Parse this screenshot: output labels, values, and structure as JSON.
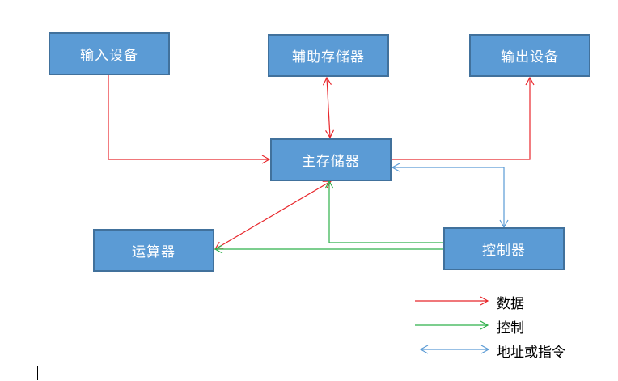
{
  "nodes": {
    "input": "输入设备",
    "aux_storage": "辅助存储器",
    "output": "输出设备",
    "main_memory": "主存储器",
    "alu": "运算器",
    "controller": "控制器"
  },
  "legend": [
    {
      "label": "数据",
      "color": "#e8262b",
      "style": "single-arrow"
    },
    {
      "label": "控制",
      "color": "#2eb04a",
      "style": "single-arrow"
    },
    {
      "label": "地址或指令",
      "color": "#5b9bd5",
      "style": "double-arrow"
    }
  ],
  "colors": {
    "data": "#e8262b",
    "control": "#2eb04a",
    "address": "#5b9bd5",
    "box_fill": "#5b9bd5",
    "box_border": "#41719c"
  }
}
